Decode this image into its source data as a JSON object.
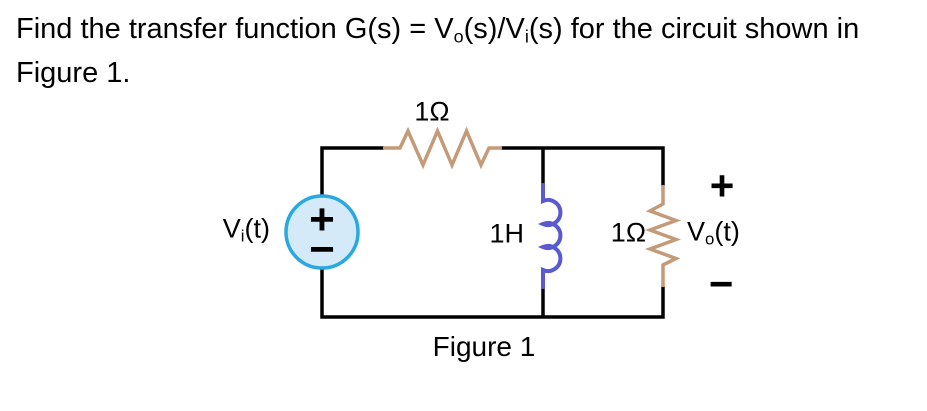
{
  "problem": {
    "line1_seg1": "Find the transfer function G(s) = V",
    "line1_sub1": "o",
    "line1_seg2": "(s)/V",
    "line1_sub2": "i",
    "line1_seg3": "(s) for the circuit shown in",
    "line2": "Figure 1."
  },
  "figure": {
    "caption": "Figure 1",
    "components": {
      "series_resistor": {
        "type": "resistor",
        "label": "1Ω"
      },
      "shunt_inductor": {
        "type": "inductor",
        "label": "1H"
      },
      "load_resistor": {
        "type": "resistor",
        "label": "1Ω"
      }
    },
    "source": {
      "label_main": "V",
      "label_sub": "i",
      "label_rest": "(t)",
      "plus": "+",
      "minus": "−"
    },
    "output": {
      "label_main": "V",
      "label_sub": "o",
      "label_rest": "(t)",
      "plus": "+",
      "minus": "−"
    },
    "colors": {
      "wire": "#000000",
      "resistor_body": "#c49a78",
      "inductor_body": "#5a5ad0",
      "source_stroke": "#29a8e1",
      "source_fill": "#d5eaf8",
      "text": "#000000"
    }
  }
}
